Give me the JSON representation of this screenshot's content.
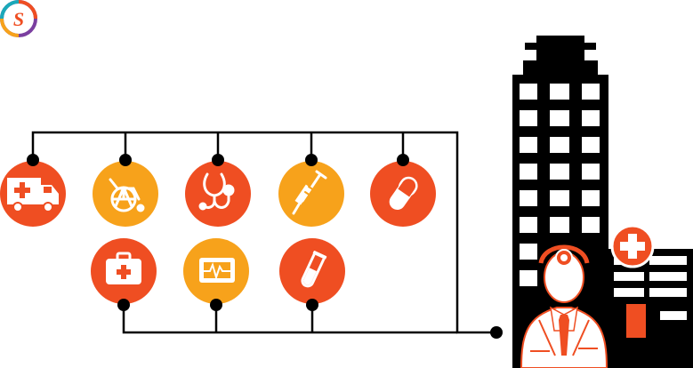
{
  "colors": {
    "red_orange": "#EF4E22",
    "amber": "#F7A21B",
    "black": "#000000",
    "white": "#FFFFFF",
    "logo_purple": "#7B3FA0",
    "logo_teal": "#1AA9B9"
  },
  "logo": {
    "letter": "S"
  },
  "diagram": {
    "top_row": [
      {
        "icon": "ambulance-icon",
        "color": "red_orange"
      },
      {
        "icon": "wheelchair-icon",
        "color": "amber"
      },
      {
        "icon": "stethoscope-icon",
        "color": "red_orange"
      },
      {
        "icon": "syringe-icon",
        "color": "amber"
      },
      {
        "icon": "pill-capsule-icon",
        "color": "red_orange"
      }
    ],
    "bottom_row": [
      {
        "icon": "first-aid-kit-icon",
        "color": "red_orange"
      },
      {
        "icon": "heart-monitor-icon",
        "color": "amber"
      },
      {
        "icon": "test-tube-icon",
        "color": "red_orange"
      }
    ],
    "hub": {
      "icons": [
        "hospital-building-icon",
        "hospital-cross-icon",
        "doctor-icon"
      ]
    }
  }
}
